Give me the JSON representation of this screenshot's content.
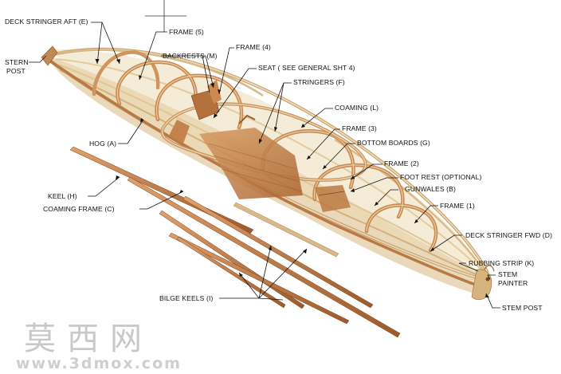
{
  "labels": {
    "deck_stringer_aft": "DECK STRINGER AFT (E)",
    "stern_post": [
      "STERN",
      "POST"
    ],
    "frame5": "FRAME (5)",
    "backrests": "BACKRESTS (M)",
    "frame4": "FRAME (4)",
    "seat": "SEAT ( SEE GENERAL SHT 4)",
    "stringers": "STRINGERS (F)",
    "coaming": "COAMING (L)",
    "hog": "HOG (A)",
    "frame3": "FRAME (3)",
    "bottom_boards": "BOTTOM BOARDS (G)",
    "frame2": "FRAME (2)",
    "foot_rest": "FOOT REST (OPTIONAL)",
    "gunwales": "GUNWALES (B)",
    "keel": "KEEL (H)",
    "coaming_frame": "COAMING FRAME (C)",
    "frame1": "FRAME (1)",
    "deck_stringer_fwd": "DECK STRINGER FWD (D)",
    "rubbing_strip": "RUBBING STRIP (K)",
    "stem_painter": [
      "STEM",
      "PAINTER"
    ],
    "bilge_keels": "BILGE KEELS (I)",
    "stem_post": "STEM POST"
  },
  "watermark": {
    "cn": "莫西网",
    "url": "www.3dmox.com"
  },
  "colors": {
    "wood_light": "#e6cfa3",
    "wood_mid": "#c98a55",
    "wood_dark": "#8f5228",
    "ink": "#111111"
  }
}
